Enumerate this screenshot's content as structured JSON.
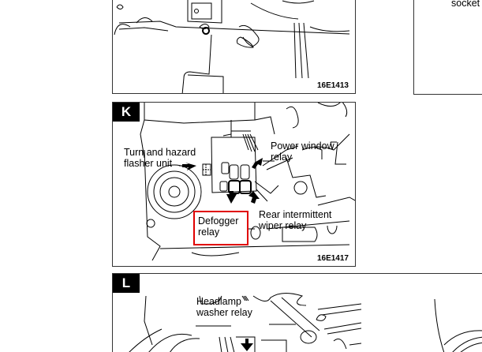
{
  "panels": {
    "top": {
      "figure_id": "16E1413"
    },
    "top_right": {
      "label": "socket"
    },
    "k": {
      "letter": "K",
      "figure_id": "16E1417",
      "labels": {
        "turn_hazard": [
          "Turn and hazard",
          "flasher unit"
        ],
        "power_window": [
          "Power window",
          "relay"
        ],
        "defogger": [
          "Defogger",
          "relay"
        ],
        "rear_wiper": [
          "Rear intermittent",
          "wiper relay"
        ]
      },
      "highlight": {
        "target": "Defogger relay",
        "color": "#e00000"
      }
    },
    "l": {
      "letter": "L",
      "labels": {
        "headlamp_washer": [
          "Headlamp",
          "washer relay"
        ]
      }
    }
  }
}
